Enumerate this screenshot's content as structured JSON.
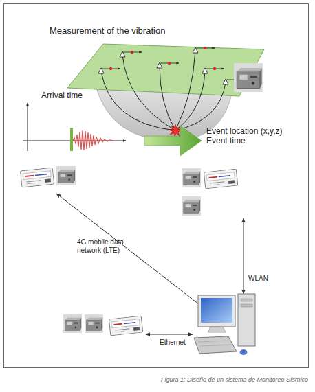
{
  "diagram": {
    "caption": "Figura 1: Diseño de un sistema de Monitoreo Sísmico",
    "labels": [
      "Measurement of the vibration",
      "Arrival time",
      "Event location (x,y,z) Event time",
      "4G mobile data network (LTE)",
      "WLAN",
      "Ethernet"
    ]
  }
}
